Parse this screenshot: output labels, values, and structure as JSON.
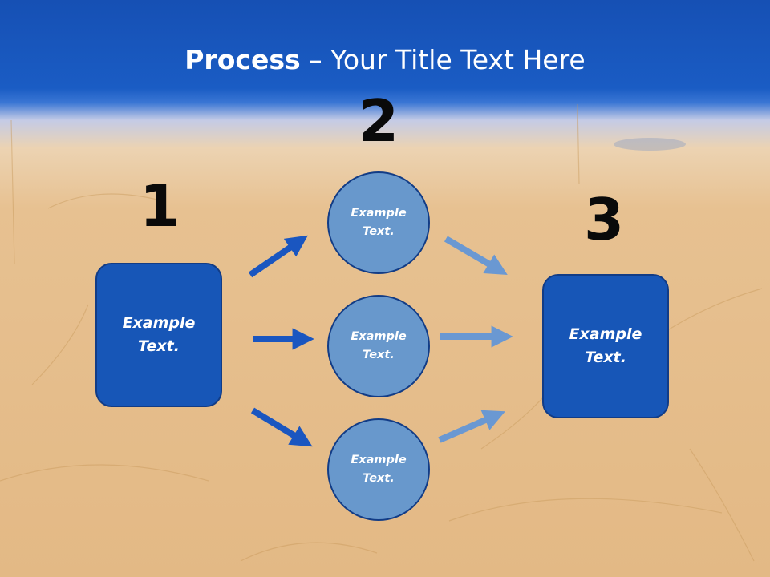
{
  "slide": {
    "title_bold": "Process",
    "title_rest": " – Your Title Text Here"
  },
  "steps": [
    {
      "number": "1",
      "label_line1": "Example",
      "label_line2": "Text."
    },
    {
      "number": "2"
    },
    {
      "number": "3",
      "label_line1": "Example",
      "label_line2": "Text."
    }
  ],
  "middle_nodes": [
    {
      "label_line1": "Example",
      "label_line2": "Text."
    },
    {
      "label_line1": "Example",
      "label_line2": "Text."
    },
    {
      "label_line1": "Example",
      "label_line2": "Text."
    }
  ],
  "colors": {
    "header_blue": "#1650b4",
    "box_blue": "#1756b7",
    "circle_blue": "#6898cc",
    "arrow_dark": "#1a56c0",
    "arrow_light": "#6a98d2"
  }
}
